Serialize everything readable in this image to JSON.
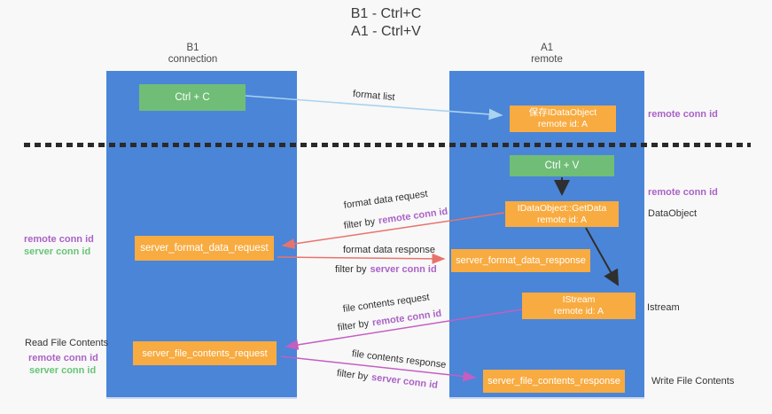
{
  "title": {
    "line1": "B1 - Ctrl+C",
    "line2": "A1 - Ctrl+V"
  },
  "lifelines": {
    "left": {
      "name": "B1",
      "role": "connection"
    },
    "right": {
      "name": "A1",
      "role": "remote"
    }
  },
  "nodes": {
    "ctrl_c": {
      "label": "Ctrl + C"
    },
    "ctrl_v": {
      "label": "Ctrl + V"
    },
    "save_dataobject": {
      "line1": "保存IDataObject",
      "line2": "remote id: A"
    },
    "getdata": {
      "line1": "IDataObject::GetData",
      "line2": "remote id: A"
    },
    "istream": {
      "line1": "IStream",
      "line2": "remote id: A"
    },
    "server_format_data_request": {
      "label": "server_format_data_request"
    },
    "server_format_data_response": {
      "label": "server_format_data_response"
    },
    "server_file_contents_request": {
      "label": "server_file_contents_request"
    },
    "server_file_contents_response": {
      "label": "server_file_contents_response"
    }
  },
  "edge_labels": {
    "format_list": "format list",
    "format_data_request": "format data request",
    "format_data_response": "format data response",
    "file_contents_request": "file contents request",
    "file_contents_response": "file contents response",
    "filter_by": "filter by",
    "remote_conn_id": "remote conn id",
    "server_conn_id": "server conn id"
  },
  "annotations": {
    "remote_conn_id": "remote conn id",
    "server_conn_id": "server conn id",
    "dataobject": "DataObject",
    "istream": "Istream",
    "read_file_contents": "Read File Contents",
    "write_file_contents": "Write File Contents"
  },
  "colors": {
    "lifeline_blue": "#4a85d8",
    "node_orange": "#f8ab40",
    "node_green": "#70bd77",
    "arrow_lightblue": "#a9d3ee",
    "arrow_red": "#e8736c",
    "arrow_magenta": "#c45ec2",
    "text_purple": "#ab62c6",
    "text_green": "#67c478",
    "dashed_line": "#2a2a2a",
    "background": "#f8f8f8"
  }
}
